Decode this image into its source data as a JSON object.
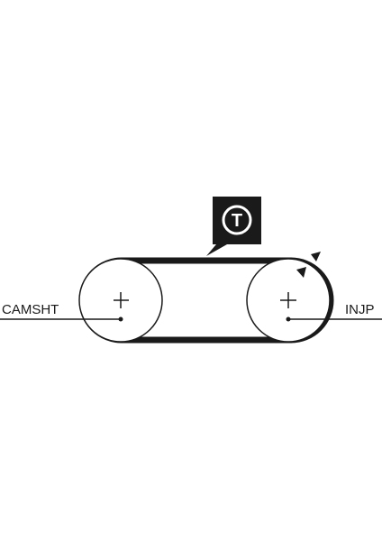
{
  "labels": {
    "left_pulley": "CAMSHT",
    "right_pulley": "INJP",
    "tensioner": "T"
  },
  "colors": {
    "belt": "#1a1a1a",
    "background": "#ffffff"
  },
  "icons": {
    "tensioner": "tensioner-callout-icon",
    "rotation": "rotation-direction-arrow-icon"
  }
}
